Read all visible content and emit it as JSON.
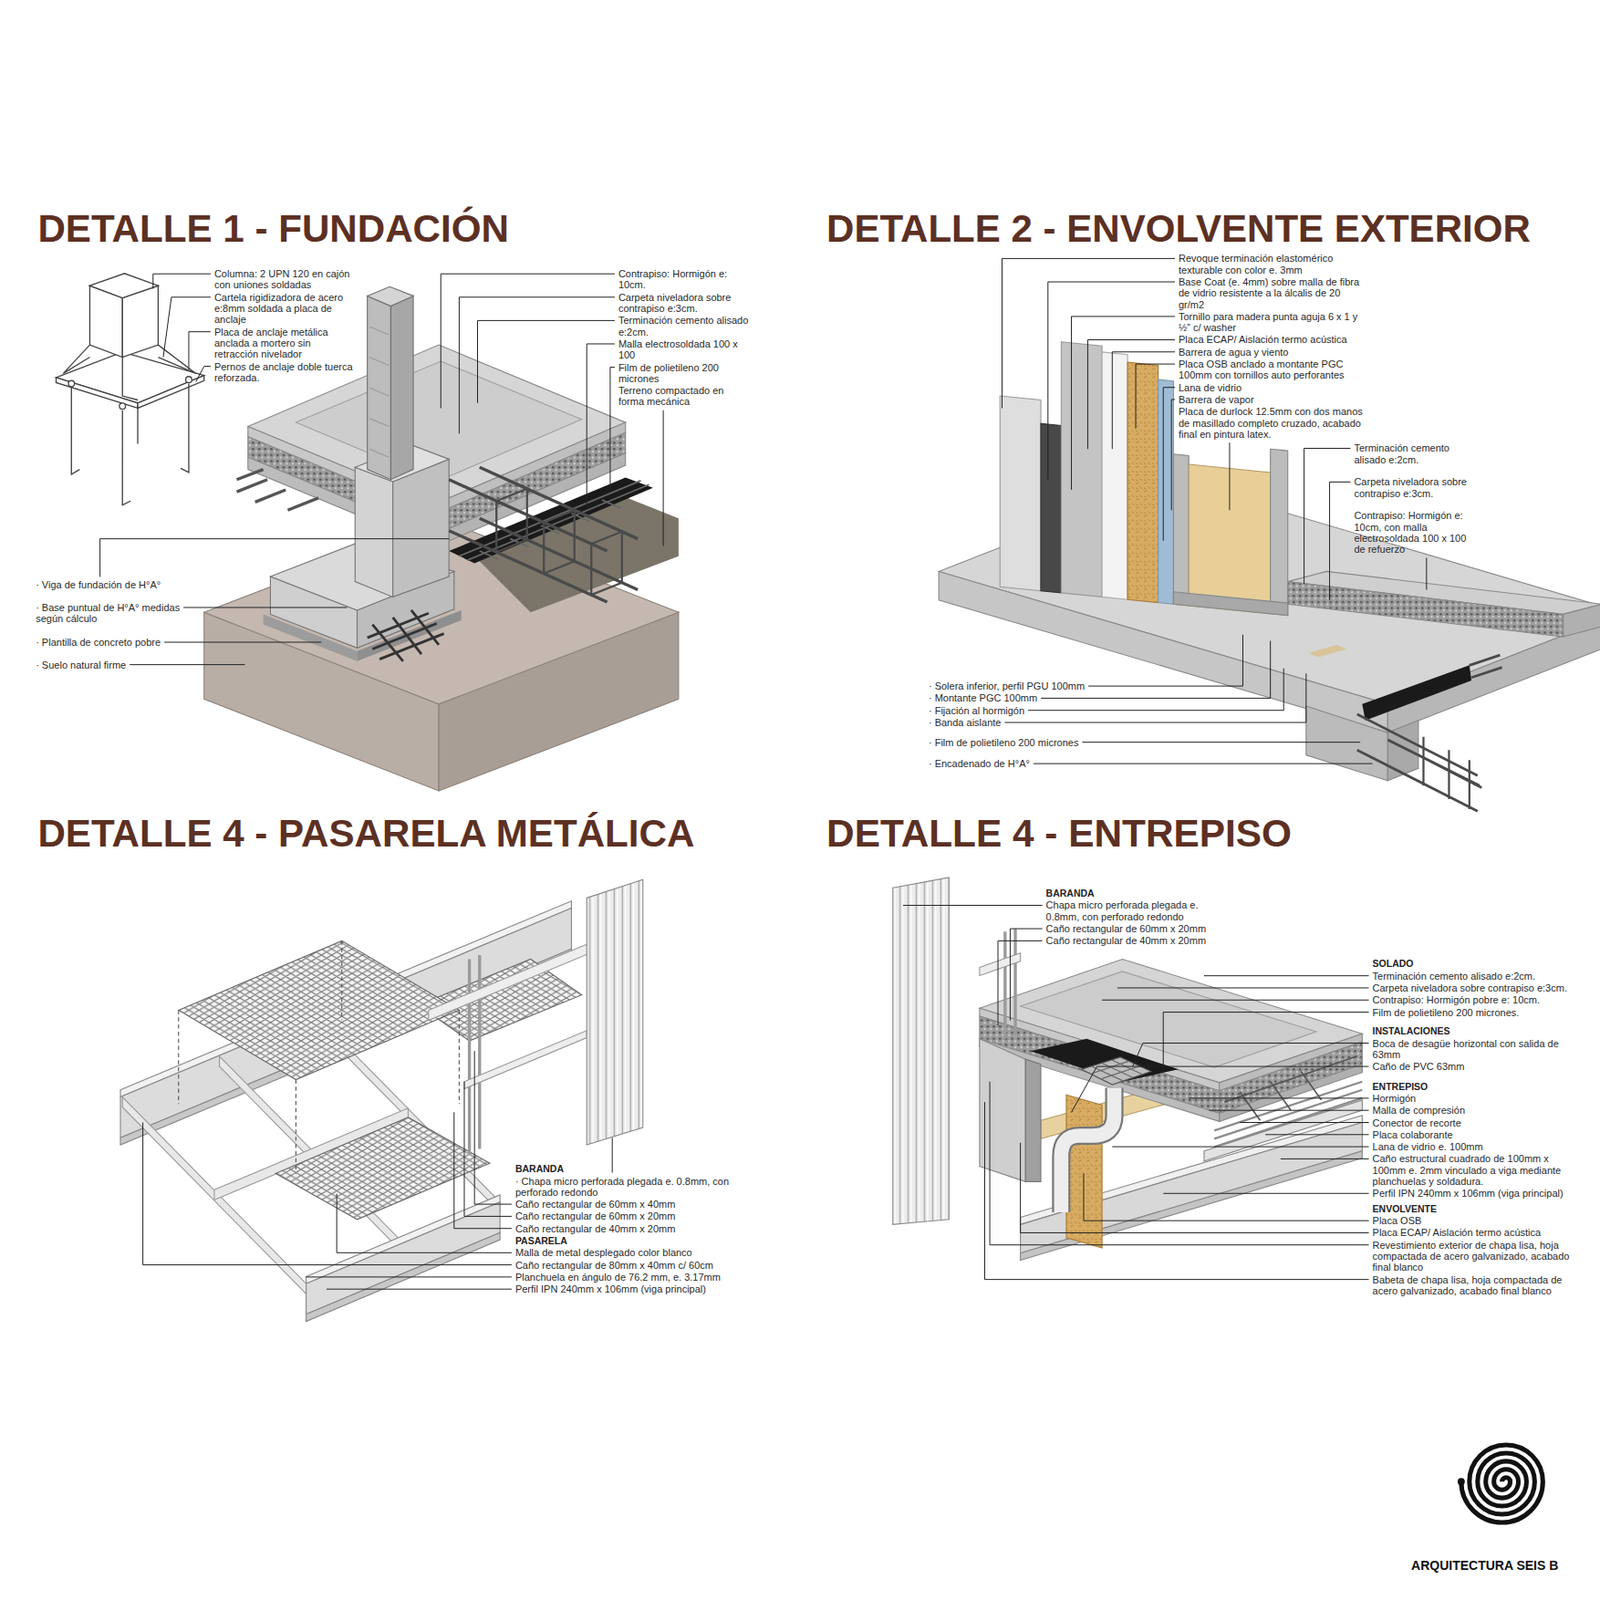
{
  "diagram": {
    "labels": [
      "DETALLE 1 - FUNDACIÓN",
      "Columna: 2 UPN 120 en cajón con uniones soldadas",
      "Cartela rigidizadora de acero e:8mm soldada a placa de anclaje",
      "Placa de anclaje metálica anclada a mortero sin retracción nivelador",
      "Pernos de anclaje doble tuerca reforzada.",
      "Contrapiso: Hormigón e: 10cm.",
      "Carpeta niveladora sobre contrapiso e:3cm.",
      "Terminación cemento alisado e:2cm.",
      "Malla electrosoldada 100 x 100",
      "Film de polietileno 200 micrones",
      "Terreno compactado en forma mecánica",
      "· Viga de fundación de H°A°",
      "· Base puntual de H°A° medidas según cálculo",
      "· Plantilla de concreto pobre",
      "· Suelo natural firme",
      "DETALLE 2 - ENVOLVENTE EXTERIOR",
      "Revoque terminación elastomérico texturable con color e. 3mm",
      "Base Coat (e. 4mm) sobre malla de fibra de vidrio resistente a la álcalis de 20 gr/m2",
      "Tornillo para madera punta aguja 6 x 1 y ½” c/ washer",
      "Placa ECAP/ Aislación termo acústica",
      "Barrera de agua y viento",
      "Placa OSB anclado a montante PGC 100mm con tornillos auto perforantes",
      "Lana de vidrio",
      "Barrera de vapor",
      "Placa de durlock 12.5mm con dos manos de masillado completo cruzado, acabado final en pintura latex.",
      "Terminación cemento alisado e:2cm.",
      "Carpeta niveladora sobre contrapiso e:3cm.",
      "Contrapiso: Hormigón e: 10cm, con malla electrosoldada 100 x 100 de refuerzo",
      "· Solera inferior, perfil PGU 100mm",
      "· Montante PGC 100mm",
      "· Fijación al hormigón",
      "· Banda aislante",
      "· Film de polietileno 200 micrones",
      "· Encadenado de H°A°",
      "DETALLE 4 - PASARELA METÁLICA",
      "BARANDA",
      "· Chapa micro perforada plegada e. 0.8mm, con perforado redondo",
      "Caño rectangular de 60mm x 40mm",
      "Caño rectangular de 60mm x 20mm",
      "Caño rectangular de 40mm x 20mm",
      "PASARELA",
      "Malla de metal desplegado color blanco",
      "Caño rectangular de 80mm x 40mm c/ 60cm",
      "Planchuela en ángulo de 76.2 mm, e. 3.17mm",
      "Perfil IPN 240mm x 106mm (viga principal)",
      "DETALLE 4 - ENTREPISO",
      "BARANDA",
      "Chapa micro perforada plegada e. 0.8mm, con perforado redondo",
      "Caño rectangular de 60mm x 20mm",
      "Caño rectangular de 40mm x 20mm",
      "SOLADO",
      "Terminación cemento alisado e:2cm.",
      "Carpeta niveladora sobre contrapiso e:3cm.",
      "Contrapiso: Hormigón pobre e: 10cm.",
      "Film de polietileno 200 micrones.",
      "INSTALACIONES",
      "Boca de desagüe horizontal con salida de 63mm",
      "Caño de PVC 63mm",
      "ENTREPISO",
      "Hormigón",
      "Malla de compresión",
      "Conector de recorte",
      "Placa colaborante",
      "Lana de vidrio e. 100mm",
      "Caño estructural cuadrado de 100mm x 100mm e. 2mm vinculado a viga mediante planchuelas y soldadura.",
      "Perfil IPN 240mm x 106mm (viga principal)",
      "ENVOLVENTE",
      "Placa OSB",
      "Placa ECAP/ Aislación termo acústica",
      "Revestimiento exterior de chapa lisa, hoja compactada de acero galvanizado, acabado final blanco",
      "Babeta de chapa lisa, hoja compactada de acero galvanizado, acabado final blanco",
      "ARQUITECTURA SEIS B"
    ]
  }
}
